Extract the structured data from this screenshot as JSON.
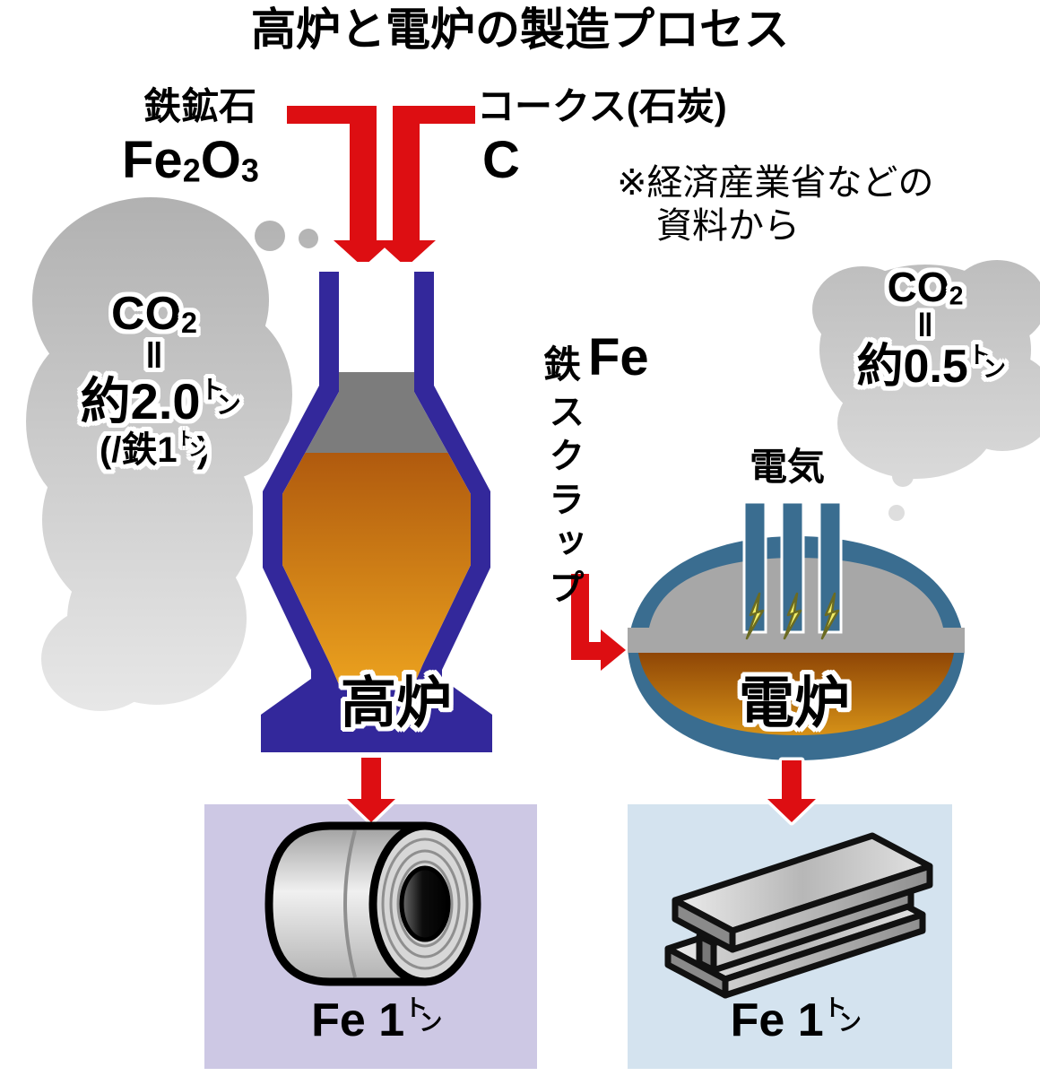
{
  "title": "高炉と電炉の製造プロセス",
  "source_note": {
    "line1": "※経済産業省などの",
    "line2": "資料から"
  },
  "inputs": {
    "iron_ore": {
      "label": "鉄鉱石",
      "formula_el1": "Fe",
      "formula_sub1": "2",
      "formula_el2": "O",
      "formula_sub2": "3"
    },
    "coke": {
      "label": "コークス(石炭)",
      "formula": "C"
    }
  },
  "blast_route": {
    "co2_cloud": {
      "gas": "CO",
      "gas_sub": "2",
      "equals": "‖",
      "amount": "約2.0",
      "ton_t": "ト",
      "ton_n": "ン",
      "per_prefix": "(/鉄1",
      "per_ton_t": "ト",
      "per_ton_n": "ン",
      "per_suffix": ")"
    },
    "furnace_label": "高炉",
    "output": {
      "amount": "Fe 1",
      "ton_t": "ト",
      "ton_n": "ン"
    }
  },
  "electric_route": {
    "scrap": {
      "kanji": "鉄",
      "formula": "Fe",
      "katakana": "スクラップ"
    },
    "electricity_label": "電気",
    "co2_cloud": {
      "gas": "CO",
      "gas_sub": "2",
      "equals": "‖",
      "amount": "約0.5",
      "ton_t": "ト",
      "ton_n": "ン"
    },
    "furnace_label": "電炉",
    "output": {
      "amount": "Fe 1",
      "ton_t": "ト",
      "ton_n": "ン"
    }
  },
  "colors": {
    "accent_red": "#dd0e12",
    "blast_furnace_purple": "#33289b",
    "electric_furnace_blue": "#3a6d90",
    "molten_orange": "#cc7a12",
    "charge_gray": "#7c7c7c",
    "cloud_gray": "#bdbdbd",
    "lightning_yellow": "#f2ee66",
    "blast_output_bg": "#cdc8e4",
    "electric_output_bg": "#d4e3ef",
    "steel_silver": "#c9c9c9"
  }
}
